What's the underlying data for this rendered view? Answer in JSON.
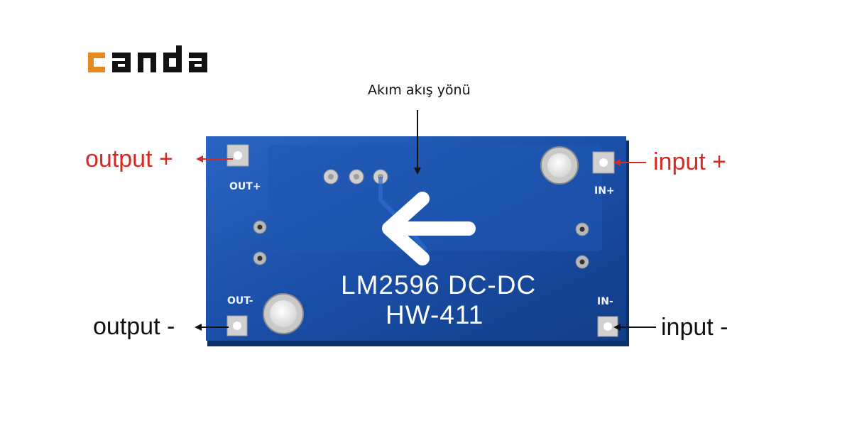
{
  "logo": {
    "text": "canda",
    "colors": {
      "accent": "#e48a1e",
      "text": "#111111"
    }
  },
  "flow_direction_label": "Akım akış yönü",
  "board": {
    "title": "LM2596 DC-DC",
    "code": "HW-411",
    "pins": {
      "out_plus": "OUT+",
      "out_minus": "OUT-",
      "in_plus": "IN+",
      "in_minus": "IN-"
    },
    "colors": {
      "pcb": "#1a4fa8",
      "silkscreen": "#ffffff",
      "pad": "#c8c8c8"
    }
  },
  "labels": {
    "output_plus": "output +",
    "output_minus": "output -",
    "input_plus": "input +",
    "input_minus": "input -"
  },
  "colors": {
    "plus_arrows": "#d62a22",
    "minus_arrows": "#111111"
  }
}
